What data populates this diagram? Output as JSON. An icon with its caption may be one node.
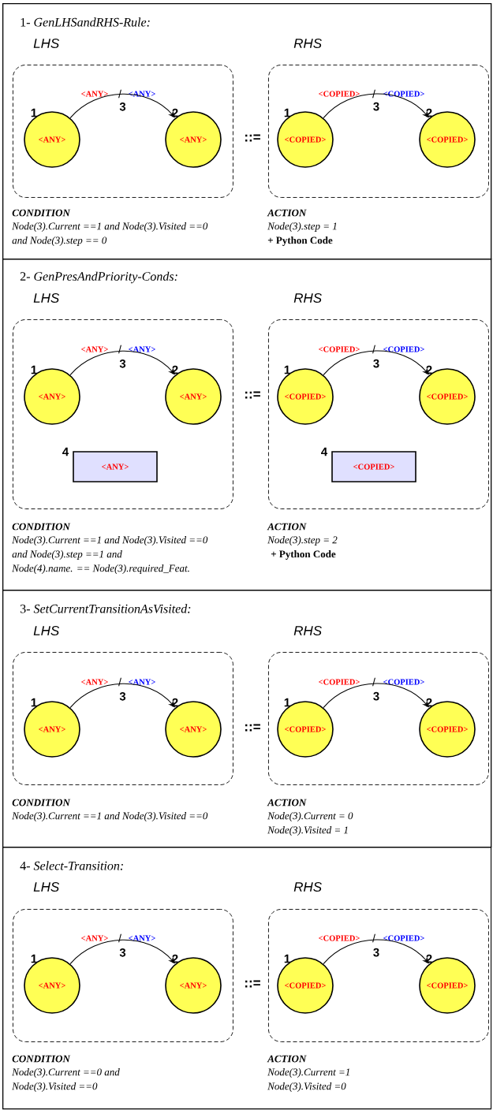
{
  "diagram": {
    "nodes": [
      {
        "text": [
          "1- *GenLHSandRHS-Rule:*"
        ]
      },
      {
        "text": [
          "LHS"
        ],
        "in": 0,
        "beside": [
          "CONDITION",
          "Node(3).Current ==1 and Node(3).Visited ==0",
          "and Node(3).step == 0"
        ]
      },
      {
        "text": [
          "<ANY>"
        ],
        "in": 1,
        "beside": [
          "1"
        ]
      },
      {
        "text": [
          "<ANY>"
        ],
        "in": 1,
        "beside": [
          "2"
        ]
      },
      {
        "text": [
          "RHS"
        ],
        "in": 0,
        "beside": [
          "ACTION",
          "Node(3).step = 1",
          "+ Python Code"
        ]
      },
      {
        "text": [
          "<COPIED>"
        ],
        "in": 4,
        "beside": [
          "1"
        ]
      },
      {
        "text": [
          "<COPIED>"
        ],
        "in": 4,
        "beside": [
          "2"
        ]
      },
      {
        "text": [
          "2- *GenPresAndPriority-Conds:*"
        ]
      },
      {
        "text": [
          "LHS"
        ],
        "in": 7,
        "beside": [
          "CONDITION",
          "Node(3).Current ==1 and Node(3).Visited ==0",
          "and Node(3).step ==1 and",
          "Node(4).name. == Node(3).required_Feat."
        ]
      },
      {
        "text": [
          "<ANY>"
        ],
        "in": 8,
        "beside": [
          "1"
        ]
      },
      {
        "text": [
          "<ANY>"
        ],
        "in": 8,
        "beside": [
          "2"
        ]
      },
      {
        "text": [
          "<ANY>"
        ],
        "in": 8,
        "beside": [
          "4"
        ]
      },
      {
        "text": [
          "RHS"
        ],
        "in": 7,
        "beside": [
          "ACTION",
          "Node(3).step = 2",
          "+ Python Code"
        ]
      },
      {
        "text": [
          "<COPIED>"
        ],
        "in": 12,
        "beside": [
          "1"
        ]
      },
      {
        "text": [
          "<COPIED>"
        ],
        "in": 12,
        "beside": [
          "2"
        ]
      },
      {
        "text": [
          "<COPIED>"
        ],
        "in": 12,
        "beside": [
          "4"
        ]
      },
      {
        "text": [
          "3- *SetCurrentTransitionAsVisited:*"
        ]
      },
      {
        "text": [
          "LHS"
        ],
        "in": 16,
        "beside": [
          "CONDITION",
          "Node(3).Current ==1 and Node(3).Visited ==0"
        ]
      },
      {
        "text": [
          "<ANY>"
        ],
        "in": 17,
        "beside": [
          "1"
        ]
      },
      {
        "text": [
          "<ANY>"
        ],
        "in": 17,
        "beside": [
          "2"
        ]
      },
      {
        "text": [
          "RHS"
        ],
        "in": 16,
        "beside": [
          "ACTION",
          "Node(3).Current = 0",
          "Node(3).Visited = 1"
        ]
      },
      {
        "text": [
          "<COPIED>"
        ],
        "in": 20,
        "beside": [
          "1"
        ]
      },
      {
        "text": [
          "<COPIED>"
        ],
        "in": 20,
        "beside": [
          "2"
        ]
      },
      {
        "text": [
          "4- *Select-Transition:*"
        ]
      },
      {
        "text": [
          "LHS"
        ],
        "in": 23,
        "beside": [
          "CONDITION",
          "Node(3).Current ==0 and",
          "Node(3).Visited ==0"
        ]
      },
      {
        "text": [
          "<ANY>"
        ],
        "in": 24,
        "beside": [
          "1"
        ]
      },
      {
        "text": [
          "<ANY>"
        ],
        "in": 24,
        "beside": [
          "2"
        ]
      },
      {
        "text": [
          "RHS"
        ],
        "in": 23,
        "beside": [
          "ACTION",
          "Node(3).Current =1",
          "Node(3).Visited =0"
        ]
      },
      {
        "text": [
          "<COPIED>"
        ],
        "in": 27,
        "beside": [
          "1"
        ]
      },
      {
        "text": [
          "<COPIED>"
        ],
        "in": 27,
        "beside": [
          "2"
        ]
      }
    ],
    "edges": [
      {
        "from": 2,
        "to": 3,
        "arrow": "to",
        "label": "3"
      },
      {
        "from": 5,
        "to": 6,
        "arrow": "to",
        "label": "3"
      },
      {
        "from": 9,
        "to": 10,
        "arrow": "to",
        "label": "3"
      },
      {
        "from": 13,
        "to": 14,
        "arrow": "to",
        "label": "3"
      },
      {
        "from": 18,
        "to": 19,
        "arrow": "to",
        "label": "3"
      },
      {
        "from": 21,
        "to": 22,
        "arrow": "to",
        "label": "3"
      },
      {
        "from": 25,
        "to": 26,
        "arrow": "to",
        "label": "3"
      },
      {
        "from": 28,
        "to": 29,
        "arrow": "to",
        "label": "3"
      }
    ],
    "labels": [
      "<ANY>",
      "/",
      "<ANY>",
      "<COPIED>",
      "/",
      "<COPIED>",
      "::=",
      "<ANY>",
      "/",
      "<ANY>",
      "<COPIED>",
      "/",
      "<COPIED>",
      "::=",
      "<ANY>",
      "/",
      "<ANY>",
      "<COPIED>",
      "/",
      "<COPIED>",
      "::=",
      "<ANY>",
      "/",
      "<ANY>",
      "<COPIED>",
      "/",
      "<COPIED>",
      "::="
    ]
  }
}
